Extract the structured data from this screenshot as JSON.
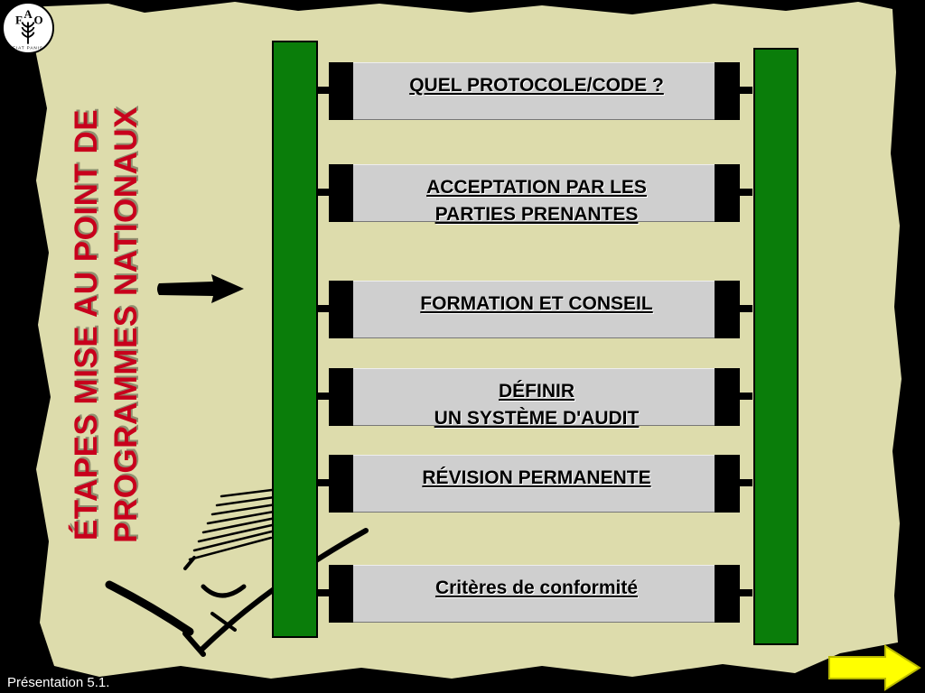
{
  "title": {
    "line1": "ÉTAPES MISE AU POINT DE",
    "line2": "PROGRAMMES NATIONAUX"
  },
  "logo": {
    "letters": [
      "F",
      "A",
      "O"
    ],
    "motto": "FIAT PANIS",
    "icon": "wheat-ear-icon"
  },
  "steps": [
    {
      "lines": [
        "QUEL PROTOCOLE/CODE ?"
      ]
    },
    {
      "lines": [
        "ACCEPTATION PAR LES",
        "PARTIES PRENANTES"
      ]
    },
    {
      "lines": [
        "FORMATION ET CONSEIL"
      ]
    },
    {
      "lines": [
        "DÉFINIR",
        "UN SYSTÈME D'AUDIT"
      ]
    },
    {
      "lines": [
        "RÉVISION PERMANENTE"
      ]
    },
    {
      "lines": [
        "Critères de conformité"
      ]
    }
  ],
  "footer": {
    "label": "Présentation 5.1."
  },
  "icons": {
    "pointer": "right-arrow-icon",
    "next": "next-slide-arrow-icon"
  },
  "colors": {
    "paper": "#dddcac",
    "rail": "#0a7d0a",
    "title": "#c8001c",
    "step_body": "#cfcfcf",
    "next_arrow": "#ffff00"
  }
}
